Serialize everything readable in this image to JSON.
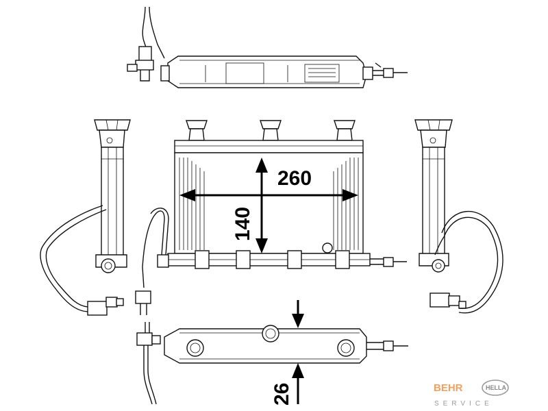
{
  "dimensions": {
    "width": "260",
    "height": "140",
    "depth": "26"
  },
  "branding": {
    "brand_name": "BEHR",
    "partner_name": "HELLA",
    "service_label": "SERVICE",
    "colors": {
      "behr": "#f0a060",
      "hella": "#888888"
    }
  }
}
